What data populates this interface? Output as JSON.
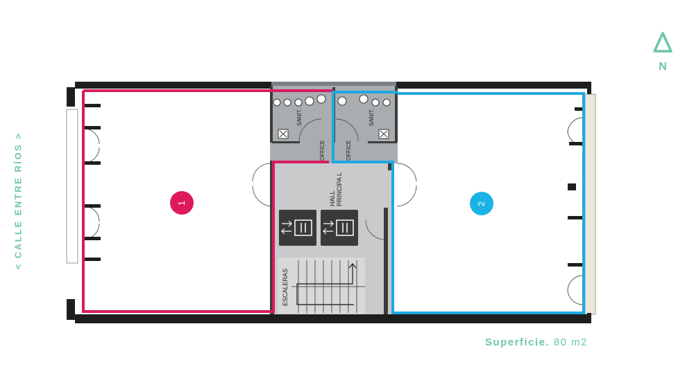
{
  "street": {
    "label": "< CALLE ENTRE RÍOS >"
  },
  "north": {
    "letter": "N"
  },
  "area": {
    "label": "Superficie.",
    "value": "80 m2"
  },
  "units": [
    {
      "number": "1",
      "color": "#e0185e"
    },
    {
      "number": "2",
      "color": "#1bb2e4"
    }
  ],
  "rooms": {
    "sanit_1": "SANIT.",
    "sanit_2": "SANIT.",
    "office_1": "OFFICE",
    "office_2": "OFFICE",
    "hall": "HALL",
    "hall_2": "PRINCIPA   L",
    "stairs": "ESCALERAS"
  },
  "colors": {
    "wall": "#1e1e1e",
    "unit1": "#d81b5f",
    "unit2": "#1ea9e1",
    "accent": "#6cc6a6",
    "common_area": "#c9cacb",
    "wet_area": "#a9adb0"
  },
  "icons": [
    "north-arrow-icon",
    "elevator-icon",
    "toilet-icon",
    "shower-icon",
    "door-swing-icon",
    "stairs-arrow-icon"
  ]
}
